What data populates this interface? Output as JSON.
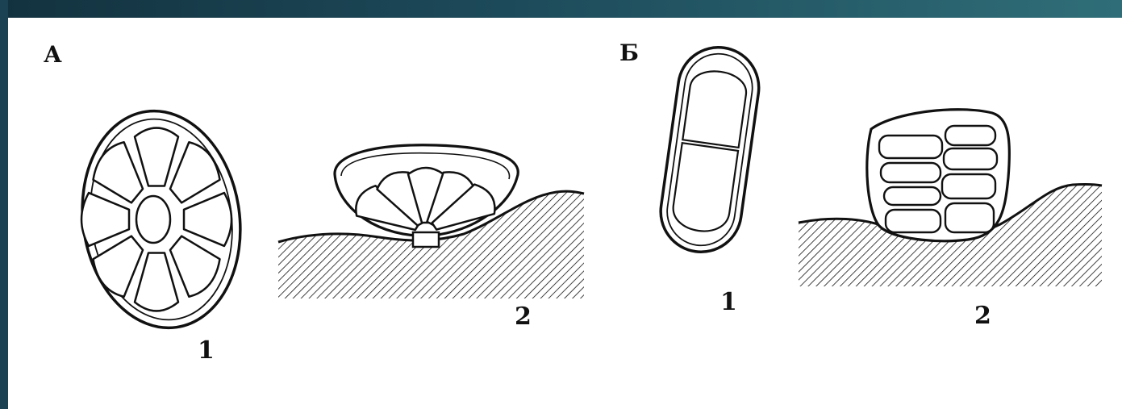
{
  "panels": {
    "a": {
      "letter": "А",
      "fig1": "1",
      "fig2": "2"
    },
    "b": {
      "letter": "Б",
      "fig1": "1",
      "fig2": "2"
    }
  },
  "colors": {
    "ink": "#111111",
    "paper": "#ffffff",
    "frame_top": "#1d4a5a",
    "frame_left": "#1b4252"
  }
}
